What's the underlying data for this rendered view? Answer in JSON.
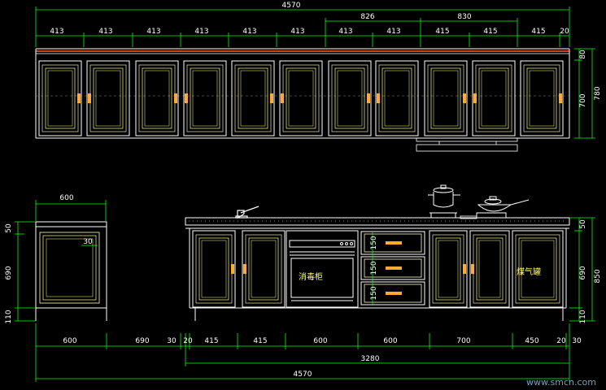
{
  "colors": {
    "background": "#000000",
    "outline": "#ffffff",
    "dimension": "#00ff00",
    "door_outer": "#cccc99",
    "door_inner": "#ffff88",
    "handle": "#ffaa33",
    "crown": "#cc4422",
    "label": "#ffff66",
    "watermark": "#7aa0b0"
  },
  "dims": {
    "top_total": "4570",
    "top_sub_826": "826",
    "top_sub_830": "830",
    "top_row": [
      "413",
      "413",
      "413",
      "413",
      "413",
      "413",
      "413",
      "413",
      "415",
      "415",
      "415",
      "20"
    ],
    "upper_height_80": "80",
    "upper_height_700": "700",
    "upper_height_780": "780",
    "island_width": "600",
    "island_depth_30": "30",
    "island_h_50": "50",
    "island_h_690": "690",
    "island_h_110": "110",
    "bottom_row": [
      "600",
      "690",
      "30",
      "20",
      "415",
      "415",
      "600",
      "600",
      "700",
      "450",
      "20",
      "30"
    ],
    "base_run": "3280",
    "bottom_total": "4570",
    "base_h_50": "50",
    "base_h_690": "690",
    "base_h_110": "110",
    "base_h_850": "850",
    "drawer_150_a": "150",
    "drawer_150_b": "150",
    "drawer_150_c": "150"
  },
  "labels": {
    "disinfection_cabinet": "消毒柜",
    "gas_tank": "煤气罐",
    "watermark": "www.smcn.com"
  }
}
